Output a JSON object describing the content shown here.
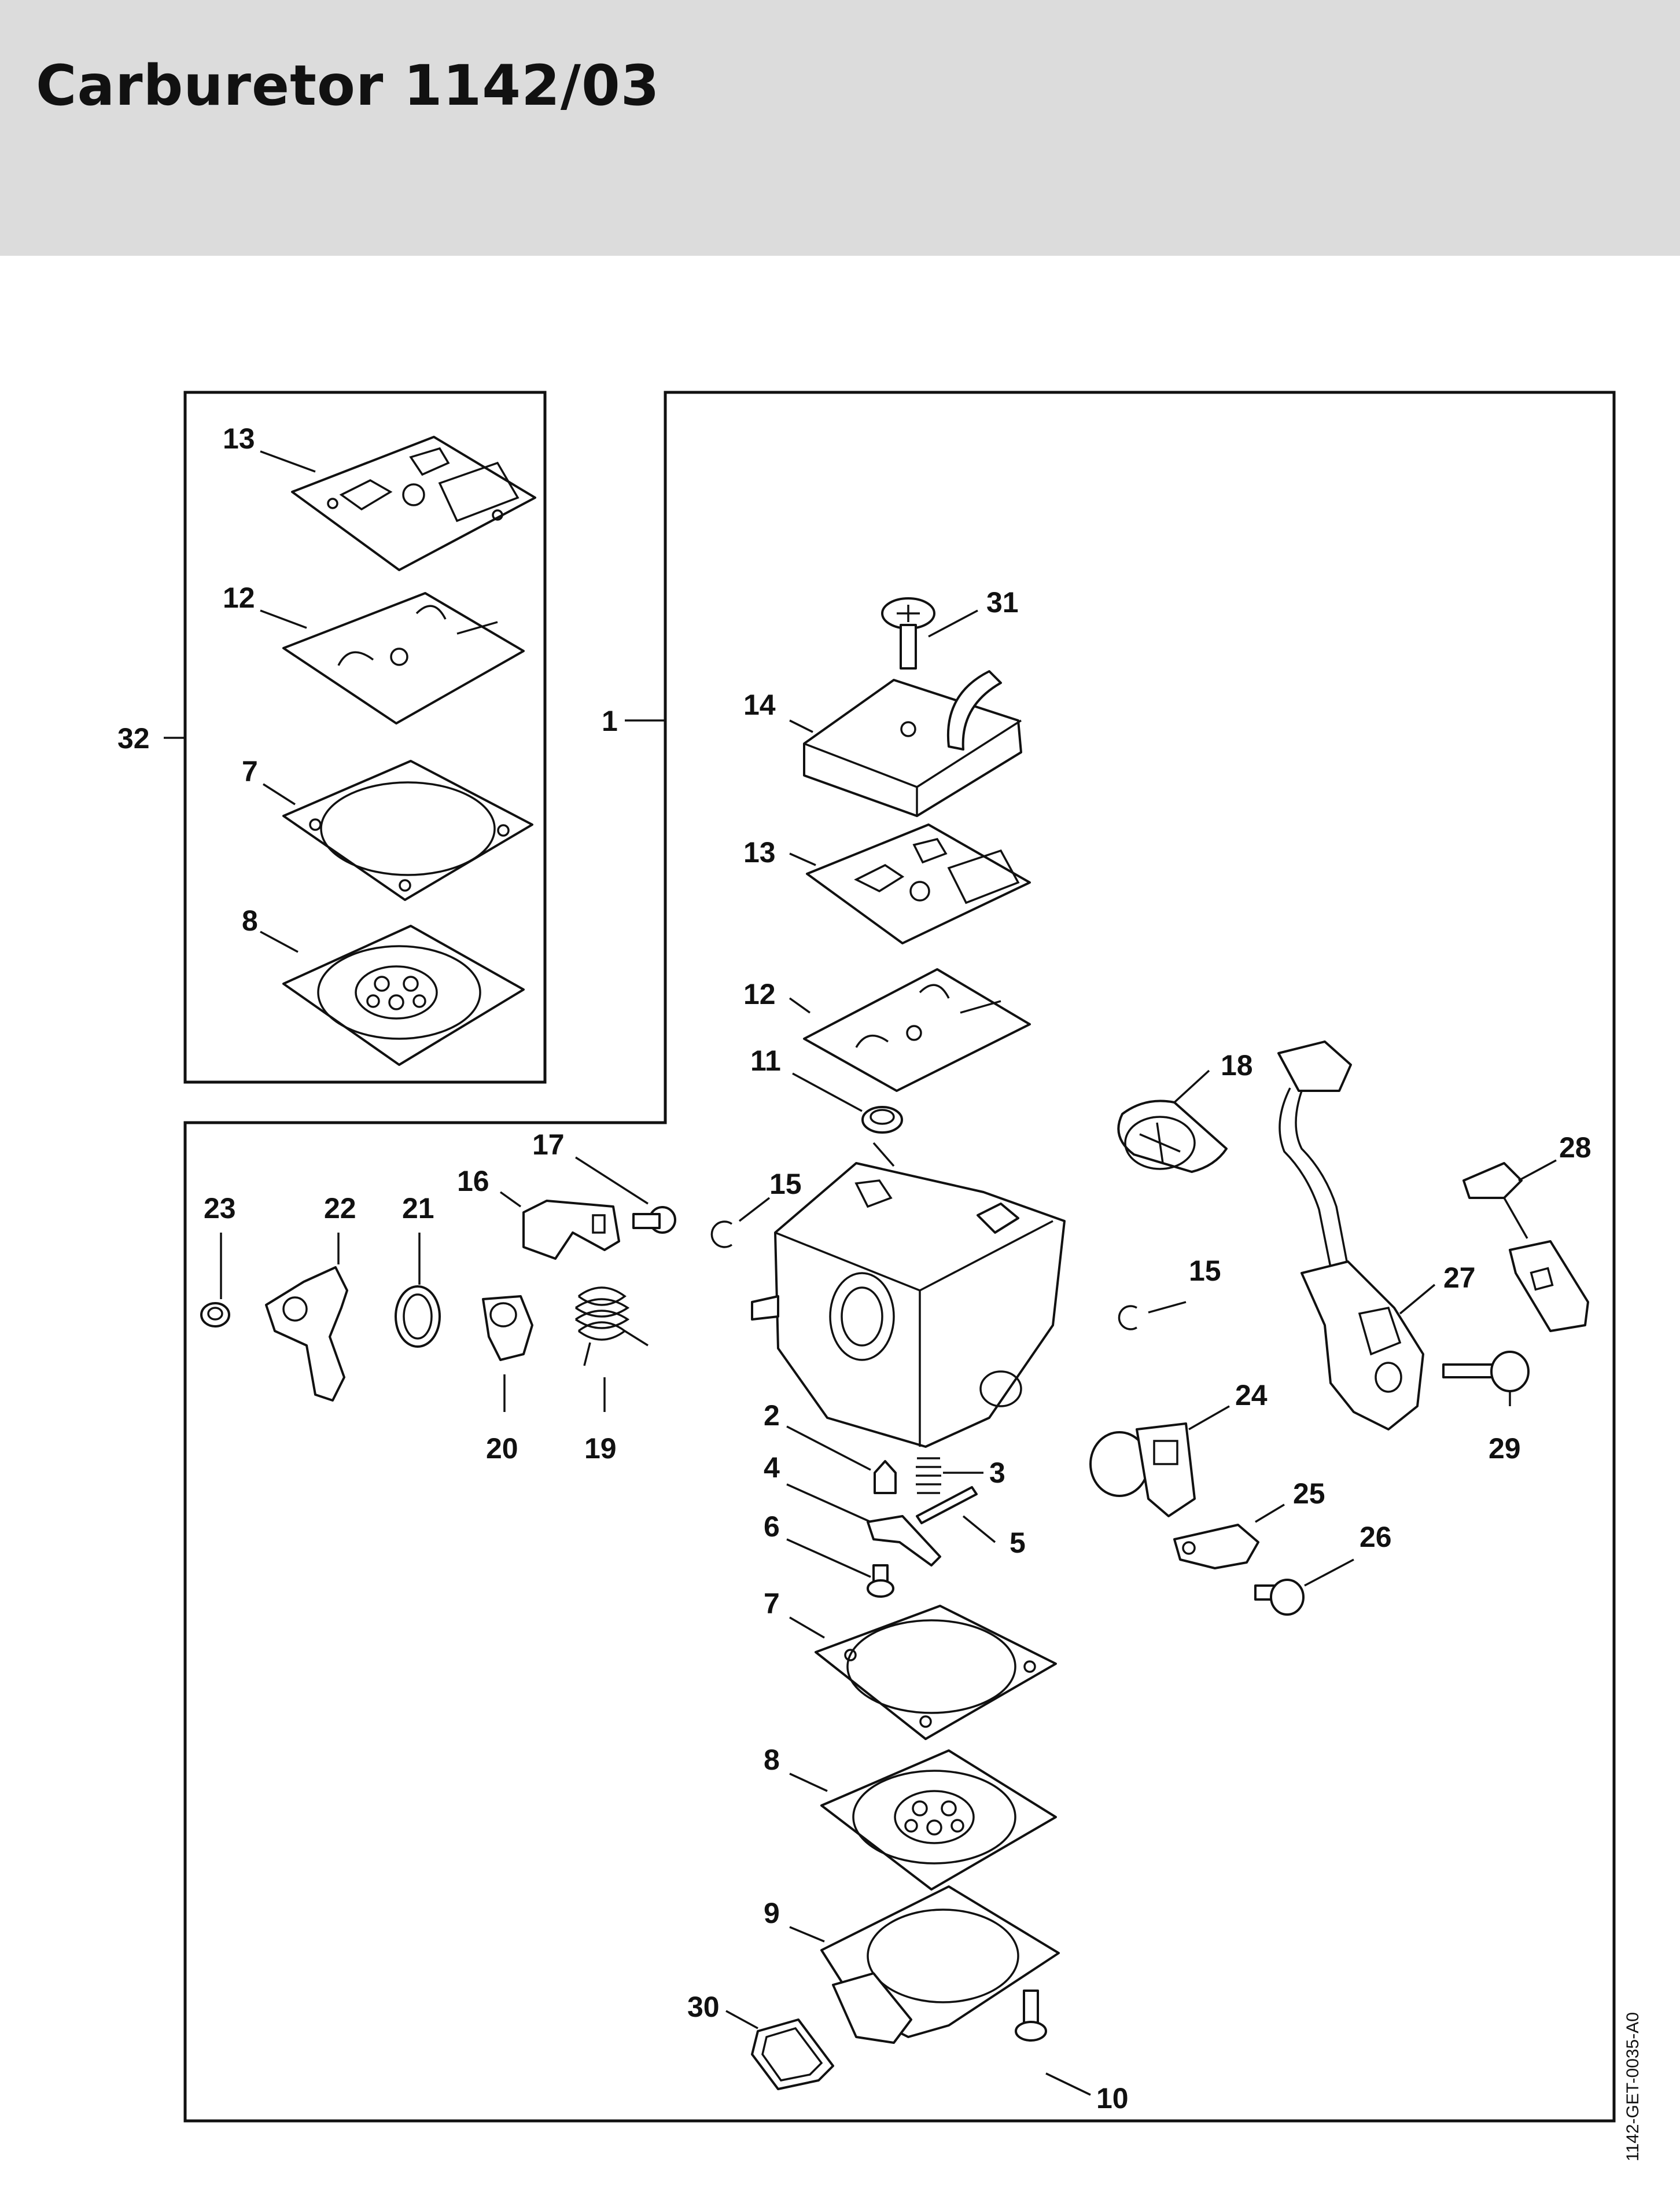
{
  "title": "Carburetor 1142/03",
  "drawing_code": "1142-GET-0035-A0",
  "callouts": [
    "1",
    "2",
    "3",
    "4",
    "5",
    "6",
    "7",
    "8",
    "9",
    "10",
    "11",
    "12",
    "13",
    "14",
    "15",
    "16",
    "17",
    "18",
    "19",
    "20",
    "21",
    "22",
    "23",
    "24",
    "25",
    "26",
    "27",
    "28",
    "29",
    "30",
    "31",
    "32"
  ],
  "kit_labels": {
    "kit": "32",
    "kit_13": "13",
    "kit_12": "12",
    "kit_7": "7",
    "kit_8": "8"
  },
  "main_labels": {
    "assembly": "1",
    "l31": "31",
    "l14": "14",
    "l13": "13",
    "l12": "12",
    "l11": "11",
    "l17": "17",
    "l16": "16",
    "l15a": "15",
    "l15b": "15",
    "l23": "23",
    "l22": "22",
    "l21": "21",
    "l20": "20",
    "l19": "19",
    "l18": "18",
    "l28": "28",
    "l27": "27",
    "l29": "29",
    "l24": "24",
    "l25": "25",
    "l26": "26",
    "l2": "2",
    "l3": "3",
    "l4": "4",
    "l5": "5",
    "l6": "6",
    "l7": "7",
    "l8": "8",
    "l9": "9",
    "l30": "30",
    "l10": "10"
  }
}
